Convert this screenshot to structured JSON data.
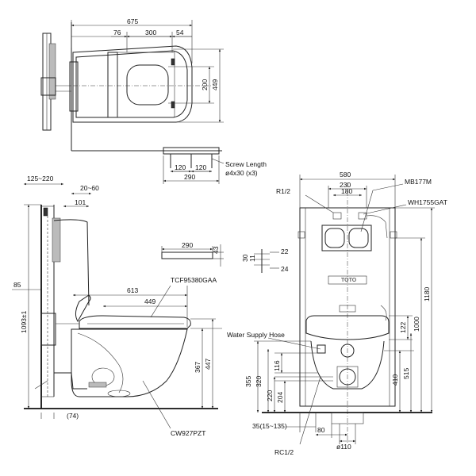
{
  "top_view": {
    "d_675": "675",
    "d_76": "76",
    "d_300": "300",
    "d_54": "54",
    "d_200": "200",
    "d_449": "449"
  },
  "bracket_view": {
    "screw_length": "Screw Length",
    "screw_size": "ø4x30 (x3)",
    "d_120a": "120",
    "d_120b": "120",
    "d_290": "290"
  },
  "seat_view": {
    "d_290": "290",
    "d_43": "43"
  },
  "side_view": {
    "d_125_220": "125~220",
    "d_20_60": "20~60",
    "d_101": "101",
    "d_85": "85",
    "d_1093": "1093±1",
    "d_613": "613",
    "d_449": "449",
    "d_367": "367",
    "d_447": "447",
    "d_74": "(74)",
    "label_seat": "TCF95380GAA",
    "label_bowl": "CW927PZT"
  },
  "small_dims": {
    "d_30": "30",
    "d_11": "11",
    "d_22": "22",
    "d_24": "24"
  },
  "front_view": {
    "d_580": "580",
    "d_230": "230",
    "d_180": "180",
    "label_r12": "R1/2",
    "label_mb": "MB177M",
    "label_wh": "WH1755GAT",
    "label_hose": "Water Supply Hose",
    "logo": "TOTO",
    "d_122": "122",
    "d_1000": "1000",
    "d_1180": "1180",
    "d_410": "410",
    "d_515": "515",
    "d_355": "355",
    "d_320": "320",
    "d_116": "116",
    "d_220": "220",
    "d_204": "204",
    "d_35": "35(15~135)",
    "d_80": "80",
    "d_110": "ø110",
    "label_rc": "RC1/2"
  }
}
